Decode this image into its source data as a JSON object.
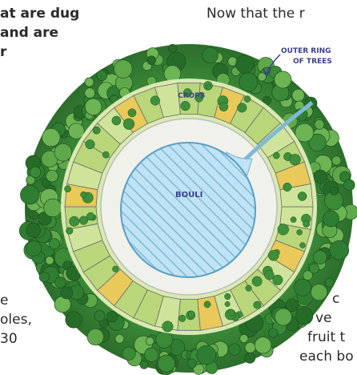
{
  "text_fragments": {
    "top_left_line1": "at are dug",
    "top_left_line2": "and are",
    "top_left_line3": "r",
    "top_right_line": "Now that the r",
    "bottom_left_line1": "e",
    "bottom_left_line2": "oles,",
    "bottom_left_line3": "30",
    "bottom_right_line1": "c",
    "bottom_right_line2": "ve",
    "bottom_right_line3": "fruit t",
    "bottom_right_line4": "each bo"
  },
  "diagram": {
    "outer_label_line1": "OUTER RING",
    "outer_label_line2": "OF TREES",
    "crops_label": "CROPS",
    "center_label": "BOULI"
  },
  "colors": {
    "tree_dark": "#2f7d32",
    "tree_light": "#5fa84a",
    "crop_green": "#b9d77a",
    "crop_yellow": "#e9c95a",
    "water": "#bfe3f5",
    "stripe": "#7fb8d6",
    "sand": "#f1f1ec",
    "ink": "#3b3f8f"
  }
}
